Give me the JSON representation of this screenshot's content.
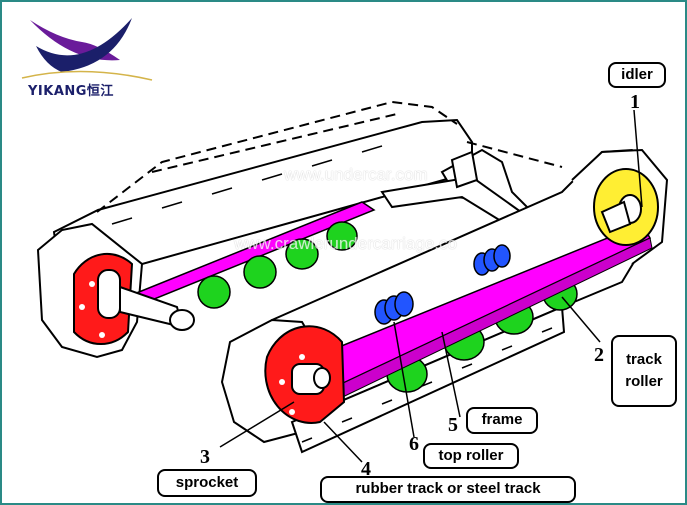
{
  "logo": {
    "brand": "YIKANG恒江"
  },
  "watermarks": [
    "www.undercar.com",
    "www.crawlerundercarriage.co"
  ],
  "labels": {
    "idler": {
      "number": "1",
      "text": "idler"
    },
    "track_roller": {
      "number": "2",
      "line1": "track",
      "line2": "roller"
    },
    "sprocket": {
      "number": "3",
      "text": "sprocket"
    },
    "track": {
      "number": "4",
      "text": "rubber track or steel track"
    },
    "frame": {
      "number": "5",
      "text": "frame"
    },
    "top_roller": {
      "number": "6",
      "text": "top roller"
    }
  },
  "colors": {
    "frame": "#ff00ff",
    "sprocket": "#ff1a1a",
    "idler": "#ffee33",
    "track_roller": "#1ed31e",
    "top_roller": "#2255ff",
    "border": "#2a8a86",
    "logo_navy": "#1b1f6a",
    "logo_purple": "#6a1b9a"
  }
}
